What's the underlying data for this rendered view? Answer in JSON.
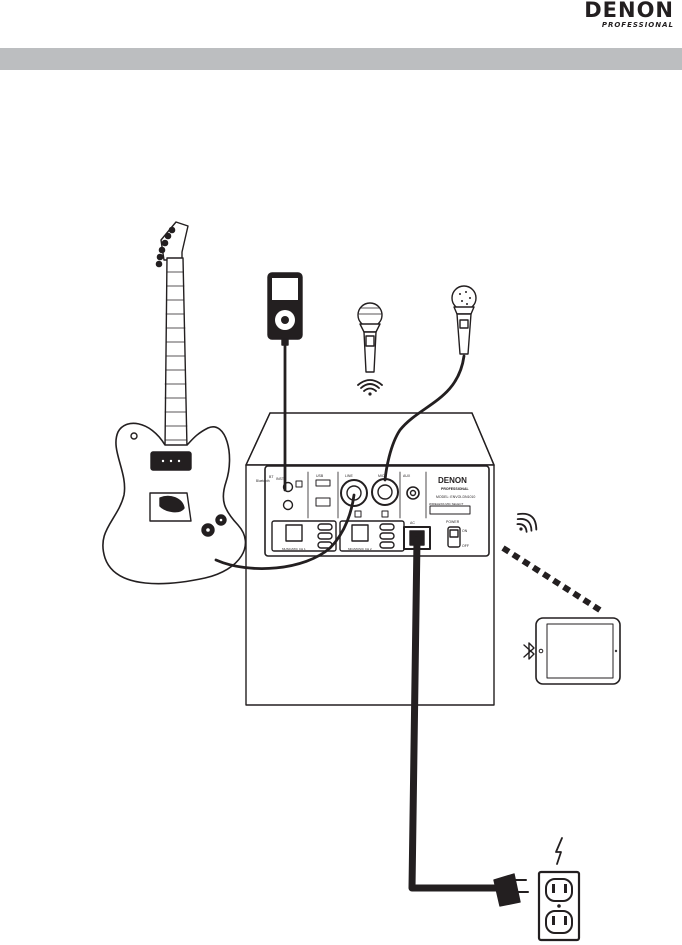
{
  "header": {
    "brand": "DENON",
    "brand_sub": "PROFESSIONAL"
  },
  "panel": {
    "brand": "DENON",
    "brand_sub": "PROFESSIONAL",
    "model": "MODEL: ENVOI-DN1010",
    "inst_label": "INST",
    "line_label": "LINE",
    "mic_label": "MIC",
    "usb_label": "USB",
    "aux_label": "AUX",
    "bt_label": "BT",
    "power_label": "POWER",
    "on_label": "ON",
    "off_label": "OFF",
    "ac_label": "AC",
    "wireless_label": "WIRELESS MIC SELECT",
    "ch1_label": "MUSIC/MIC CH 1",
    "ch2_label": "MIC/MUSIC CH 2",
    "bt_side_label": "Bluetooth"
  },
  "icons": {
    "wifi_mic": "wireless-signal-icon",
    "wifi_tablet": "wireless-signal-icon",
    "bluetooth": "bluetooth-icon",
    "lightning": "lightning-icon"
  },
  "colors": {
    "ink": "#231f20",
    "bar": "#bcbec0"
  }
}
